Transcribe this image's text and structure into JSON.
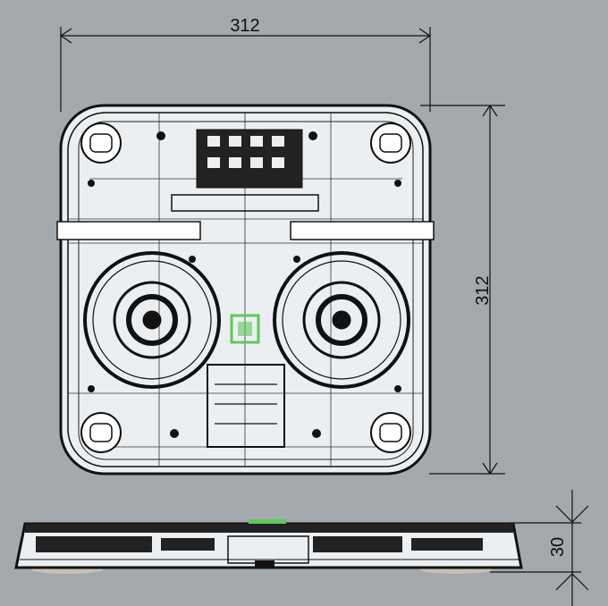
{
  "dimensions": {
    "width_label": "312",
    "depth_label": "312",
    "height_label": "30"
  },
  "colors": {
    "background": "#a4a9ae",
    "line": "#111111",
    "body_fill": "#eceff1",
    "highlight": "#5ec95a",
    "foot": "#c9bfb3"
  }
}
